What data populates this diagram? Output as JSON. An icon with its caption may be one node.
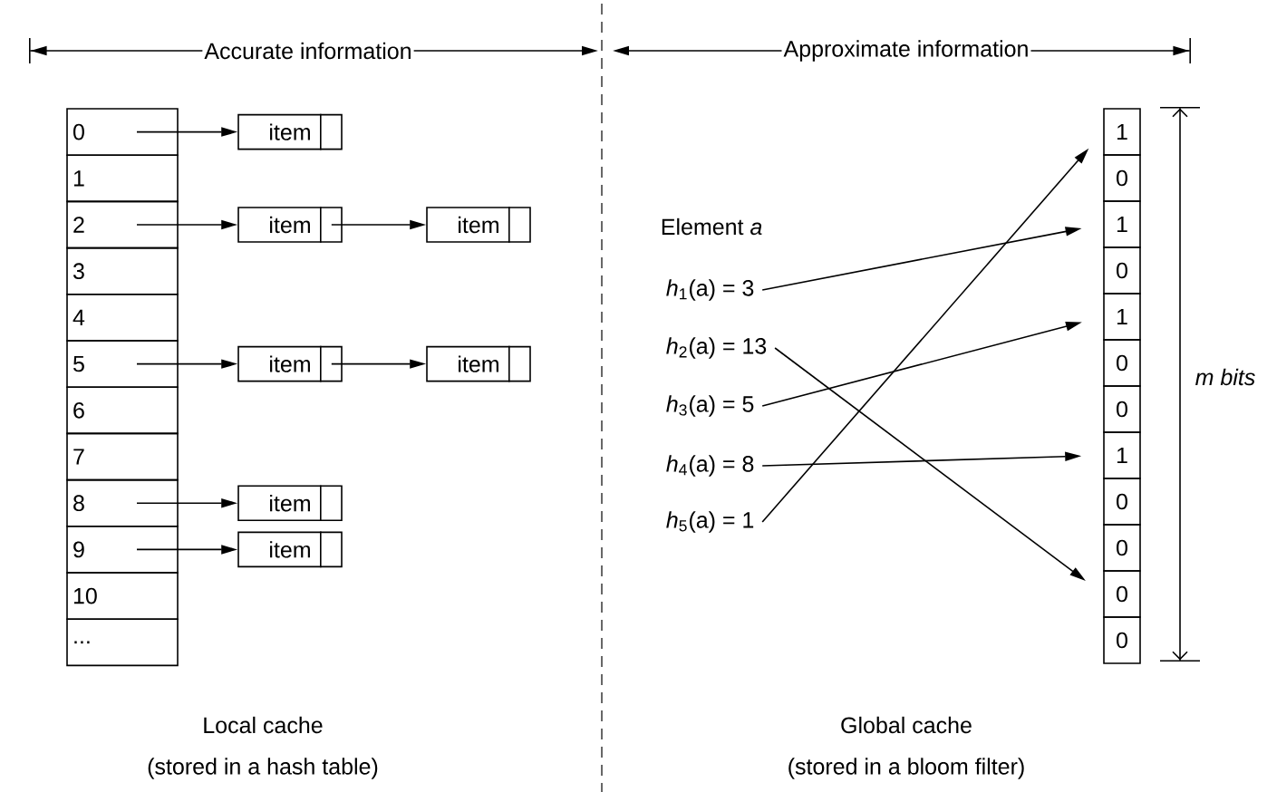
{
  "diagram": {
    "nodes": [
      {
        "text": [
          "0"
        ]
      },
      {
        "text": [
          "1"
        ]
      },
      {
        "text": [
          "2"
        ]
      },
      {
        "text": [
          "3"
        ]
      },
      {
        "text": [
          "4"
        ]
      },
      {
        "text": [
          "5"
        ]
      },
      {
        "text": [
          "6"
        ]
      },
      {
        "text": [
          "7"
        ]
      },
      {
        "text": [
          "8"
        ]
      },
      {
        "text": [
          "9"
        ]
      },
      {
        "text": [
          "10"
        ]
      },
      {
        "text": [
          "..."
        ]
      },
      {
        "text": [
          "item"
        ]
      },
      {
        "text": [
          "item"
        ]
      },
      {
        "text": [
          "item"
        ]
      },
      {
        "text": [
          "item"
        ]
      },
      {
        "text": [
          "item"
        ]
      },
      {
        "text": [
          "item"
        ]
      },
      {
        "text": [
          "item"
        ]
      },
      {
        "text": [
          "1"
        ]
      },
      {
        "text": [
          "0"
        ]
      },
      {
        "text": [
          "1"
        ]
      },
      {
        "text": [
          "0"
        ]
      },
      {
        "text": [
          "1"
        ]
      },
      {
        "text": [
          "0"
        ]
      },
      {
        "text": [
          "0"
        ]
      },
      {
        "text": [
          "1"
        ]
      },
      {
        "text": [
          "0"
        ]
      },
      {
        "text": [
          "0"
        ]
      },
      {
        "text": [
          "0"
        ]
      },
      {
        "text": [
          "0"
        ]
      },
      {
        "text": [
          "*h*$_{1}$(a) = 3"
        ]
      },
      {
        "text": [
          "*h*$_{2}$(a) = 13"
        ]
      },
      {
        "text": [
          "*h*$_{3}$(a) = 5"
        ]
      },
      {
        "text": [
          "*h*$_{4}$(a) = 8"
        ]
      },
      {
        "text": [
          "*h*$_{5}$(a) = 1"
        ]
      }
    ],
    "edges": [
      {
        "from": 0,
        "to": 12,
        "arrow": "to"
      },
      {
        "from": 2,
        "to": 13,
        "arrow": "to"
      },
      {
        "from": 13,
        "to": 14,
        "arrow": "to"
      },
      {
        "from": 5,
        "to": 15,
        "arrow": "to"
      },
      {
        "from": 15,
        "to": 16,
        "arrow": "to"
      },
      {
        "from": 8,
        "to": 17,
        "arrow": "to"
      },
      {
        "from": 9,
        "to": 18,
        "arrow": "to"
      },
      {
        "from": 31,
        "to": 21,
        "arrow": "to"
      },
      {
        "from": 32,
        "to": 29,
        "arrow": "to"
      },
      {
        "from": 33,
        "to": 23,
        "arrow": "to"
      },
      {
        "from": 34,
        "to": 26,
        "arrow": "to"
      },
      {
        "from": 35,
        "to": 19,
        "arrow": "to"
      }
    ],
    "labels": [
      "Accurate information",
      "Approximate information",
      "Element *a*",
      "m bits",
      "Local cache",
      "(stored in a hash table)",
      "Global cache",
      "(stored in a bloom filter)"
    ]
  }
}
